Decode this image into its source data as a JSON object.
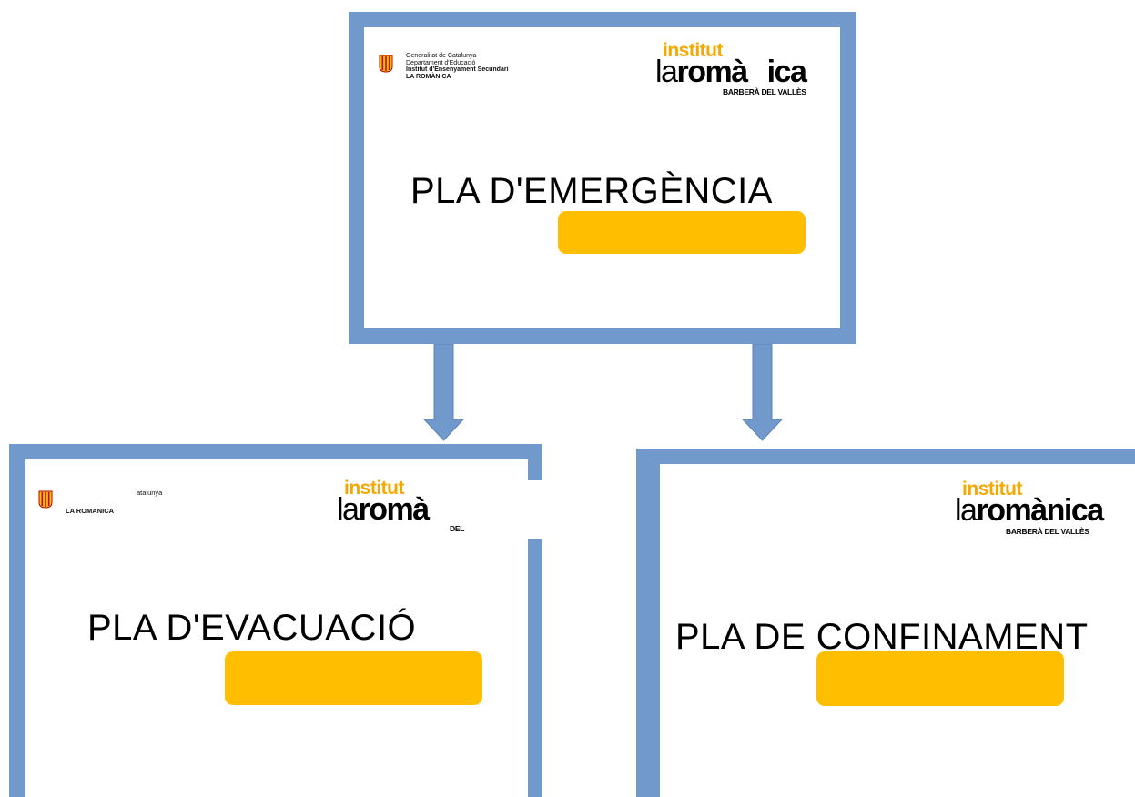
{
  "top_card": {
    "header_lines": [
      "Generalitat de Catalunya",
      "Departament d'Educació",
      "Institut d'Ensenyament Secundari",
      "LA ROMÀNICA"
    ],
    "logo": {
      "line1": "institut",
      "line2_a": "la",
      "line2_b": "romà",
      "line2_c": "ica",
      "line3": "BARBERÀ DEL VALLÈS"
    },
    "heading": "PLA  D'EMERGÈNCIA"
  },
  "left_card": {
    "header_fragment": "atalunya",
    "header_school": "LA ROMANICA",
    "logo": {
      "line1": "institut",
      "line2_a": "la",
      "line2_b": "romà",
      "line2_c": "",
      "line3": "DEL"
    },
    "heading": "PLA  D'EVACUACIÓ"
  },
  "right_card": {
    "logo": {
      "line1": "institut",
      "line2_a": "la",
      "line2_b": "romànica",
      "line3": "BARBERÀ DEL VALLÈS"
    },
    "heading": "PLA  DE CONFINAMENT"
  },
  "colors": {
    "frame": "#7199cc",
    "highlight": "#ffbf00",
    "logo_accent": "#f5a800"
  },
  "icons": {
    "seal": "catalan-seal-icon",
    "arrow": "down-arrow-icon"
  }
}
